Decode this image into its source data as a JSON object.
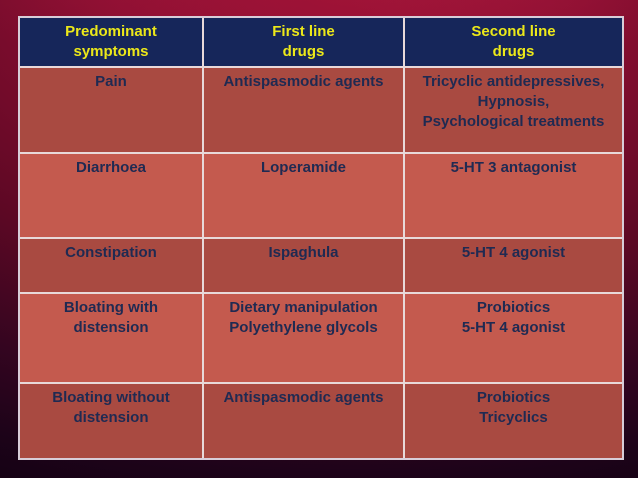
{
  "slide": {
    "type": "presentation-table-slide",
    "colors": {
      "background_top": "#8e1030",
      "background_bottom": "#170217",
      "header_bg": "#16265a",
      "header_text": "#ece819",
      "row_band_dark": "#a94a41",
      "row_band_light": "#c45a4e",
      "body_text": "#1f2a52",
      "grid_line": "#e8d9d9",
      "outer_border": "#d8cdd8"
    }
  },
  "table": {
    "headers": [
      [
        "Predominant",
        "symptoms"
      ],
      [
        "First line",
        "drugs"
      ],
      [
        "Second line",
        "drugs"
      ]
    ],
    "rows": [
      {
        "cells": [
          [
            "Pain"
          ],
          [
            "Antispasmodic  agents"
          ],
          [
            "Tricyclic antidepressives,",
            "Hypnosis,",
            "Psychological treatments"
          ]
        ]
      },
      {
        "cells": [
          [
            "Diarrhoea"
          ],
          [
            "Loperamide"
          ],
          [
            "5-HT 3 antagonist"
          ]
        ]
      },
      {
        "cells": [
          [
            "Constipation"
          ],
          [
            "Ispaghula"
          ],
          [
            "5-HT 4 agonist"
          ]
        ]
      },
      {
        "cells": [
          [
            "Bloating with",
            "distension"
          ],
          [
            "Dietary manipulation",
            "Polyethylene glycols"
          ],
          [
            "Probiotics",
            "5-HT 4 agonist"
          ]
        ]
      },
      {
        "cells": [
          [
            "Bloating without",
            "distension"
          ],
          [
            "Antispasmodic agents"
          ],
          [
            "Probiotics",
            "Tricyclics"
          ]
        ]
      }
    ]
  }
}
